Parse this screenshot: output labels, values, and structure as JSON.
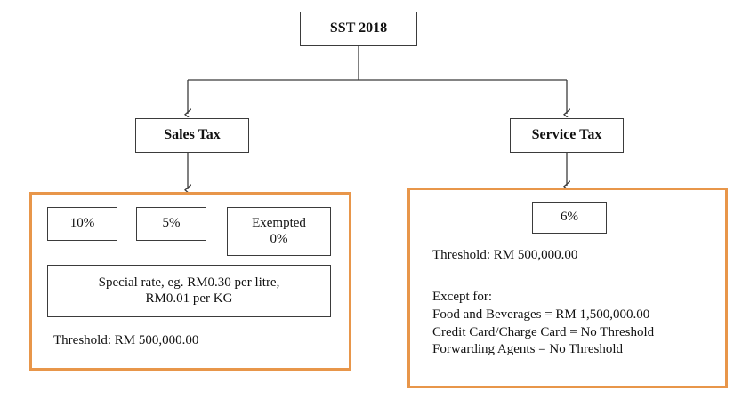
{
  "diagram": {
    "title": "SST 2018 structure",
    "accent_color": "#E8964A",
    "line_color": "#3b3b3b",
    "root": {
      "label": "SST 2018"
    },
    "branches": [
      {
        "id": "sales",
        "label": "Sales Tax"
      },
      {
        "id": "service",
        "label": "Service Tax"
      }
    ],
    "sales_tax": {
      "rates": [
        {
          "id": "rate-10",
          "label": "10%"
        },
        {
          "id": "rate-5",
          "label": "5%"
        },
        {
          "id": "rate-exempt",
          "label": "Exempted\n0%"
        },
        {
          "id": "rate-special",
          "label": "Special rate, eg. RM0.30 per litre,\nRM0.01 per KG"
        }
      ],
      "threshold": "Threshold: RM 500,000.00"
    },
    "service_tax": {
      "rates": [
        {
          "id": "rate-6",
          "label": "6%"
        }
      ],
      "threshold": "Threshold: RM 500,000.00",
      "exceptions": "Except for:\nFood and Beverages = RM 1,500,000.00\nCredit Card/Charge Card = No Threshold\nForwarding Agents = No Threshold"
    }
  }
}
